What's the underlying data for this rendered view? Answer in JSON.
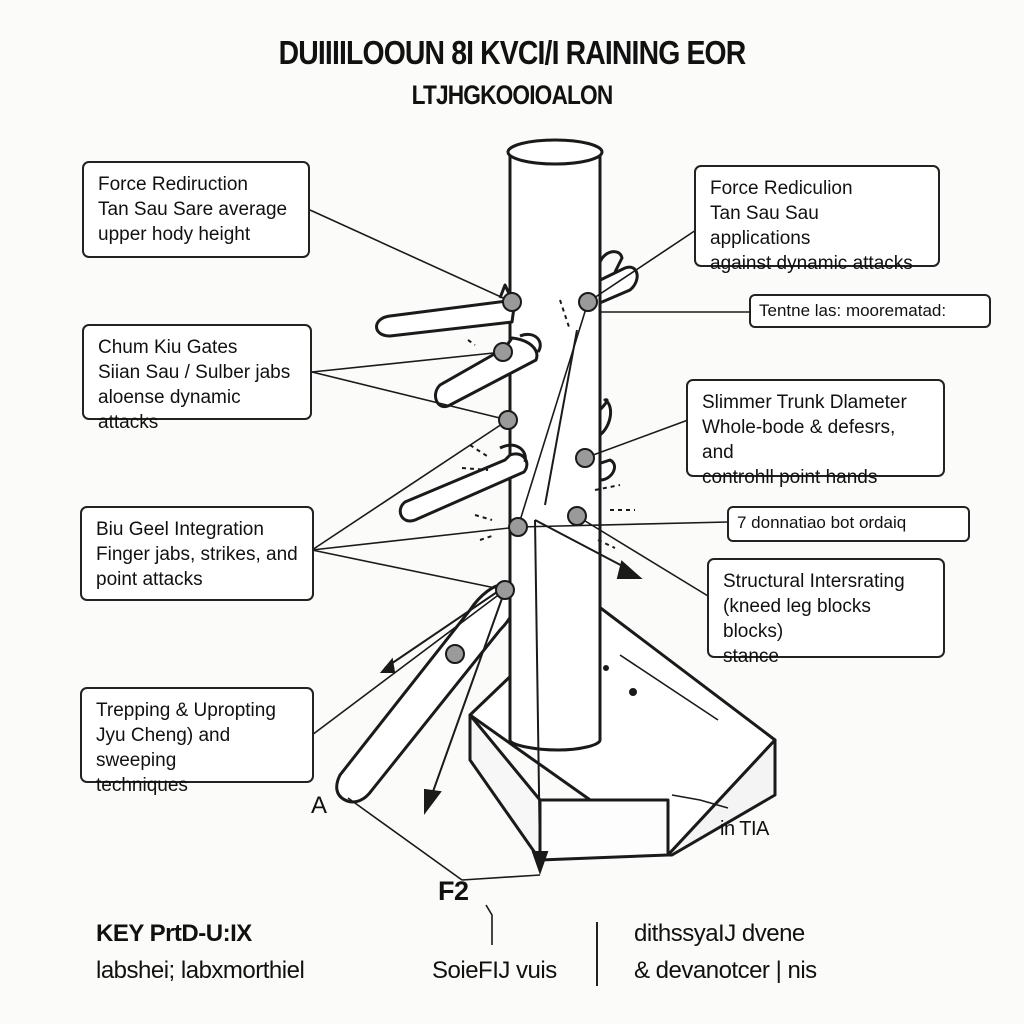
{
  "title": {
    "line1": "DUIIIILOOUN 8I KVCI/I RAINING EOR",
    "line2": "LTJHGKOOIOALON"
  },
  "callouts": [
    {
      "head": "Force Rediruction",
      "body": [
        "Tan Sau Sare average",
        "upper hody height"
      ]
    },
    {
      "head": "Chum Kiu Gates",
      "body": [
        "Siian Sau / Sulber jabs",
        "aloense dynamic attacks"
      ]
    },
    {
      "head": "Biu Geel Integration",
      "body": [
        "Finger jabs, strikes, and",
        "point attacks"
      ]
    },
    {
      "head": "Trepping & Upropting",
      "body": [
        "Jyu Cheng) and sweeping",
        "techniques"
      ]
    },
    {
      "head": "Force Rediculion",
      "body": [
        "Tan Sau Sau applications",
        "against dynamic attacks"
      ]
    },
    {
      "head": "Slimmer Trunk Dlameter",
      "body": [
        "Whole-bode & defesrs, and",
        "controhll point hands"
      ]
    },
    {
      "head": "Structural Intersrating",
      "body": [
        "(kneed leg blocks blocks)",
        "stance"
      ]
    }
  ],
  "tags": {
    "tag1": "Tentne las: moorematad:",
    "tag2": "7  donnatiao bot ordaiq"
  },
  "labels": {
    "a": "A",
    "f2": "F2",
    "dim": "in TIA"
  },
  "legend": {
    "key": "KEY PrtD-U:IX",
    "key_sub": "labshei; labxmorthiel",
    "scale": "SoieFIJ vuis",
    "right1": "dithssyaIJ dvene",
    "right2": "& devanotcer | nis"
  }
}
